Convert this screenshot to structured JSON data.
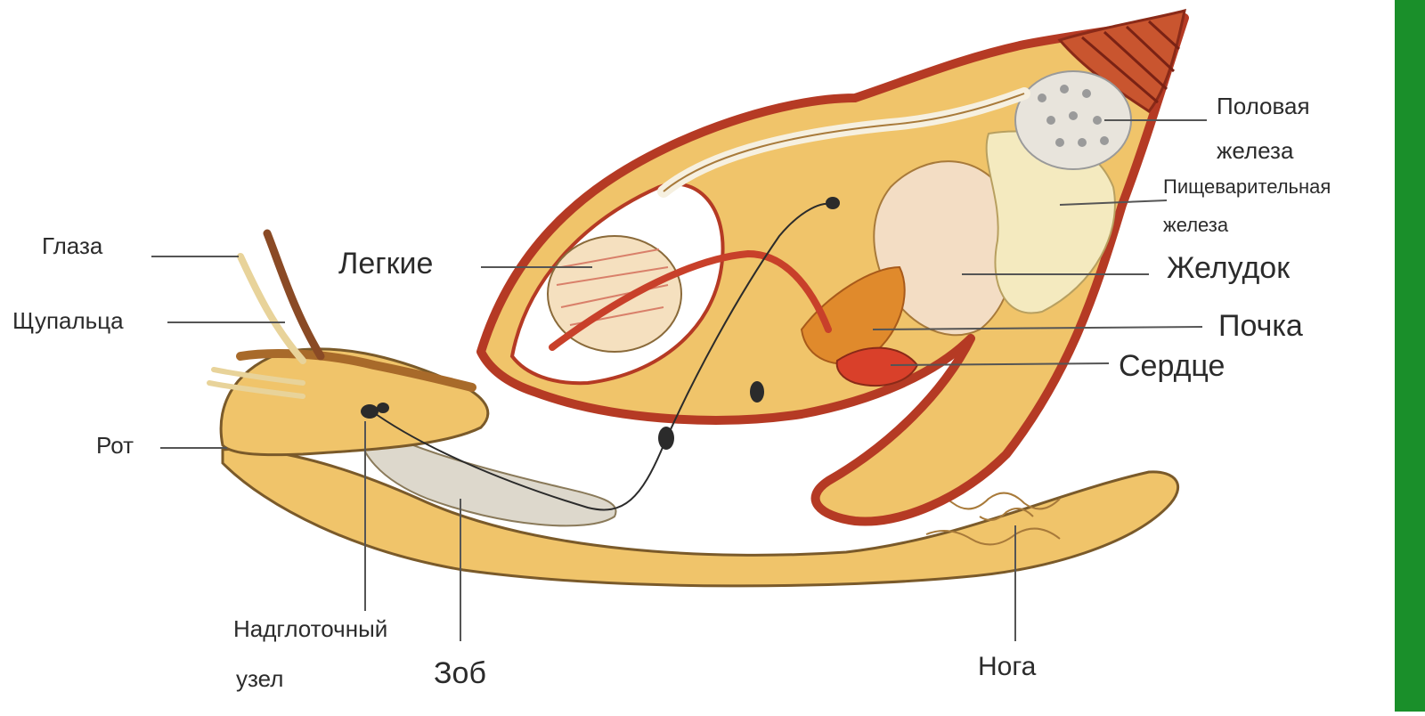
{
  "labels": {
    "eyes": "Глаза",
    "tentacles": "Щупальца",
    "mouth": "Рот",
    "lungs": "Легкие",
    "ganglion_line1": "Надглоточный",
    "ganglion_line2": "узел",
    "crop": "Зоб",
    "foot": "Нога",
    "gonad_line1": "Половая",
    "gonad_line2": "железа",
    "digestive_line1": "Пищеварительная",
    "digestive_line2": "железа",
    "stomach": "Желудок",
    "kidney": "Почка",
    "heart": "Сердце"
  },
  "colors": {
    "body": "#f0c46a",
    "body_light": "#f6dc9f",
    "shell_outline": "#b53a24",
    "shell_apex": "#c9552f",
    "mantle_cavity": "#ffffff",
    "lung": "#f5e0bf",
    "vessel": "#c8402a",
    "kidney": "#e08a2c",
    "heart": "#d9402a",
    "stomach": "#f3ddc4",
    "gonad": "#e8e4dc",
    "digestive_gland": "#f4eabf",
    "crop": "#ddd8cc",
    "tentacle_dark": "#8a4a25",
    "leader_line": "#555555",
    "label_text": "#2b2b2b",
    "side_bar": "#1a8f2a"
  }
}
